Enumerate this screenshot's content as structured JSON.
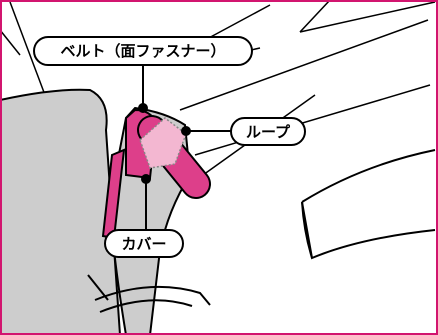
{
  "colors": {
    "frame": "#d2156f",
    "magenta": "#dd3f8a",
    "pink_light": "#f3b7d1",
    "seat_gray": "#cdcdcd",
    "line": "#000000"
  },
  "labels": {
    "belt": "ベルト（面ファスナー）",
    "loop": "ループ",
    "cover": "カバー"
  }
}
